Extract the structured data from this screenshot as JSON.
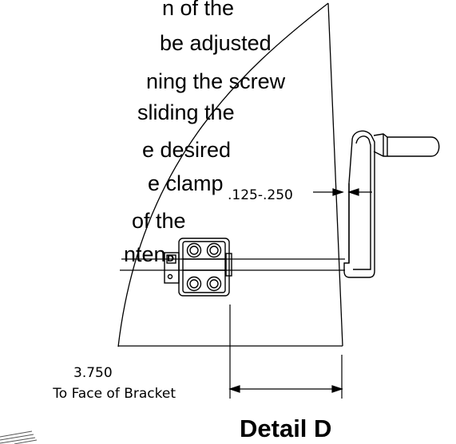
{
  "instruction_text": [
    "n of the",
    "be adjusted",
    "ning the screw",
    "sliding the",
    "e desired",
    "e clamp",
    "of the",
    "nten"
  ],
  "dimension_gap": ".125-.250",
  "dimension_length": "3.750",
  "dimension_length_note": "To Face of Bracket",
  "clamp_letter": "D",
  "detail_title": "Detail D"
}
